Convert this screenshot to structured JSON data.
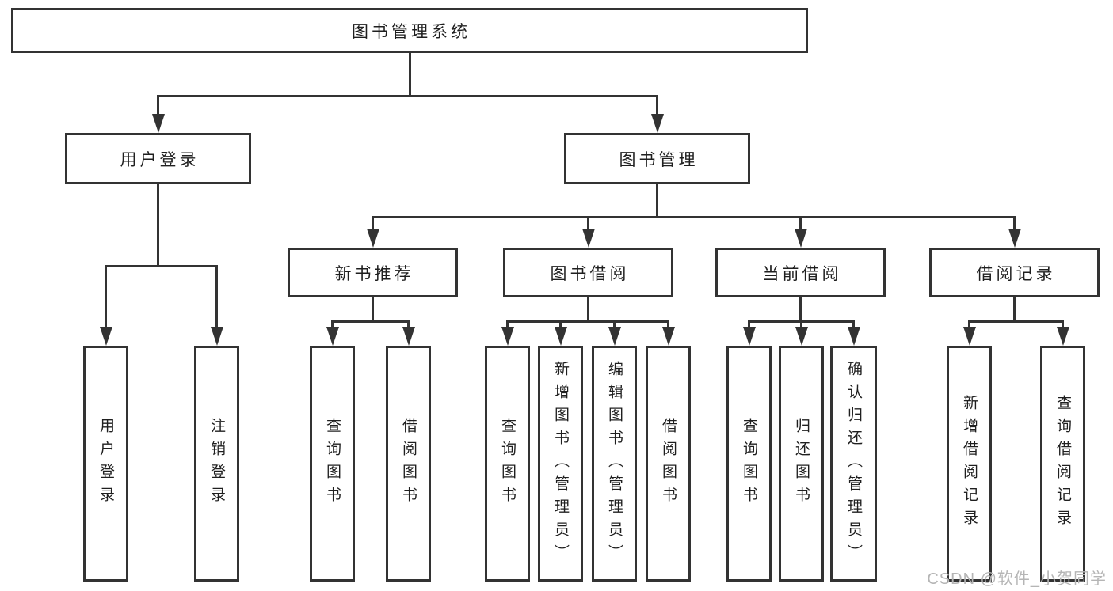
{
  "diagram_title": "图书管理系统",
  "tree": {
    "label": "图书管理系统",
    "children": [
      {
        "label": "用户登录",
        "children": [
          {
            "label": "用户登录"
          },
          {
            "label": "注销登录"
          }
        ]
      },
      {
        "label": "图书管理",
        "children": [
          {
            "label": "新书推荐",
            "children": [
              {
                "label": "查询图书"
              },
              {
                "label": "借阅图书"
              }
            ]
          },
          {
            "label": "图书借阅",
            "children": [
              {
                "label": "查询图书"
              },
              {
                "label": "新增图书（管理员）"
              },
              {
                "label": "编辑图书（管理员）"
              },
              {
                "label": "借阅图书"
              }
            ]
          },
          {
            "label": "当前借阅",
            "children": [
              {
                "label": "查询图书"
              },
              {
                "label": "归还图书"
              },
              {
                "label": "确认归还（管理员）"
              }
            ]
          },
          {
            "label": "借阅记录",
            "children": [
              {
                "label": "新增借阅记录"
              },
              {
                "label": "查询借阅记录"
              }
            ]
          }
        ]
      }
    ]
  },
  "watermark": {
    "text": "CSDN @软件_小贺同学"
  },
  "colors": {
    "line": "#333333",
    "text": "#1f1f1f",
    "box_background": "#ffffff",
    "watermark": "#b5b5b5"
  }
}
